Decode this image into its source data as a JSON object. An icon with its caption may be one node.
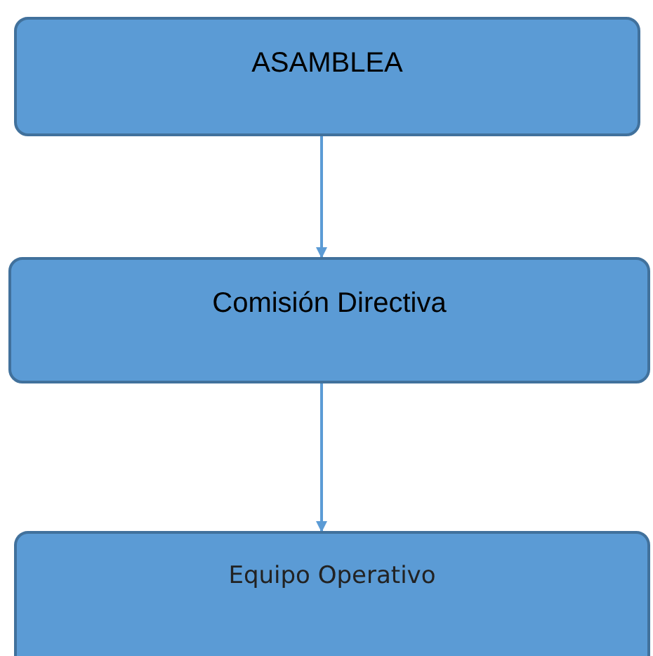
{
  "diagram": {
    "nodes": [
      {
        "text": [
          "ASAMBLEA"
        ]
      },
      {
        "text": [
          "Comisión Directiva"
        ]
      },
      {
        "text": [
          "Equipo Operativo"
        ]
      }
    ],
    "edges": [
      {
        "from": 0,
        "to": 1,
        "arrow": "to"
      },
      {
        "from": 1,
        "to": 2,
        "arrow": "to"
      }
    ]
  }
}
